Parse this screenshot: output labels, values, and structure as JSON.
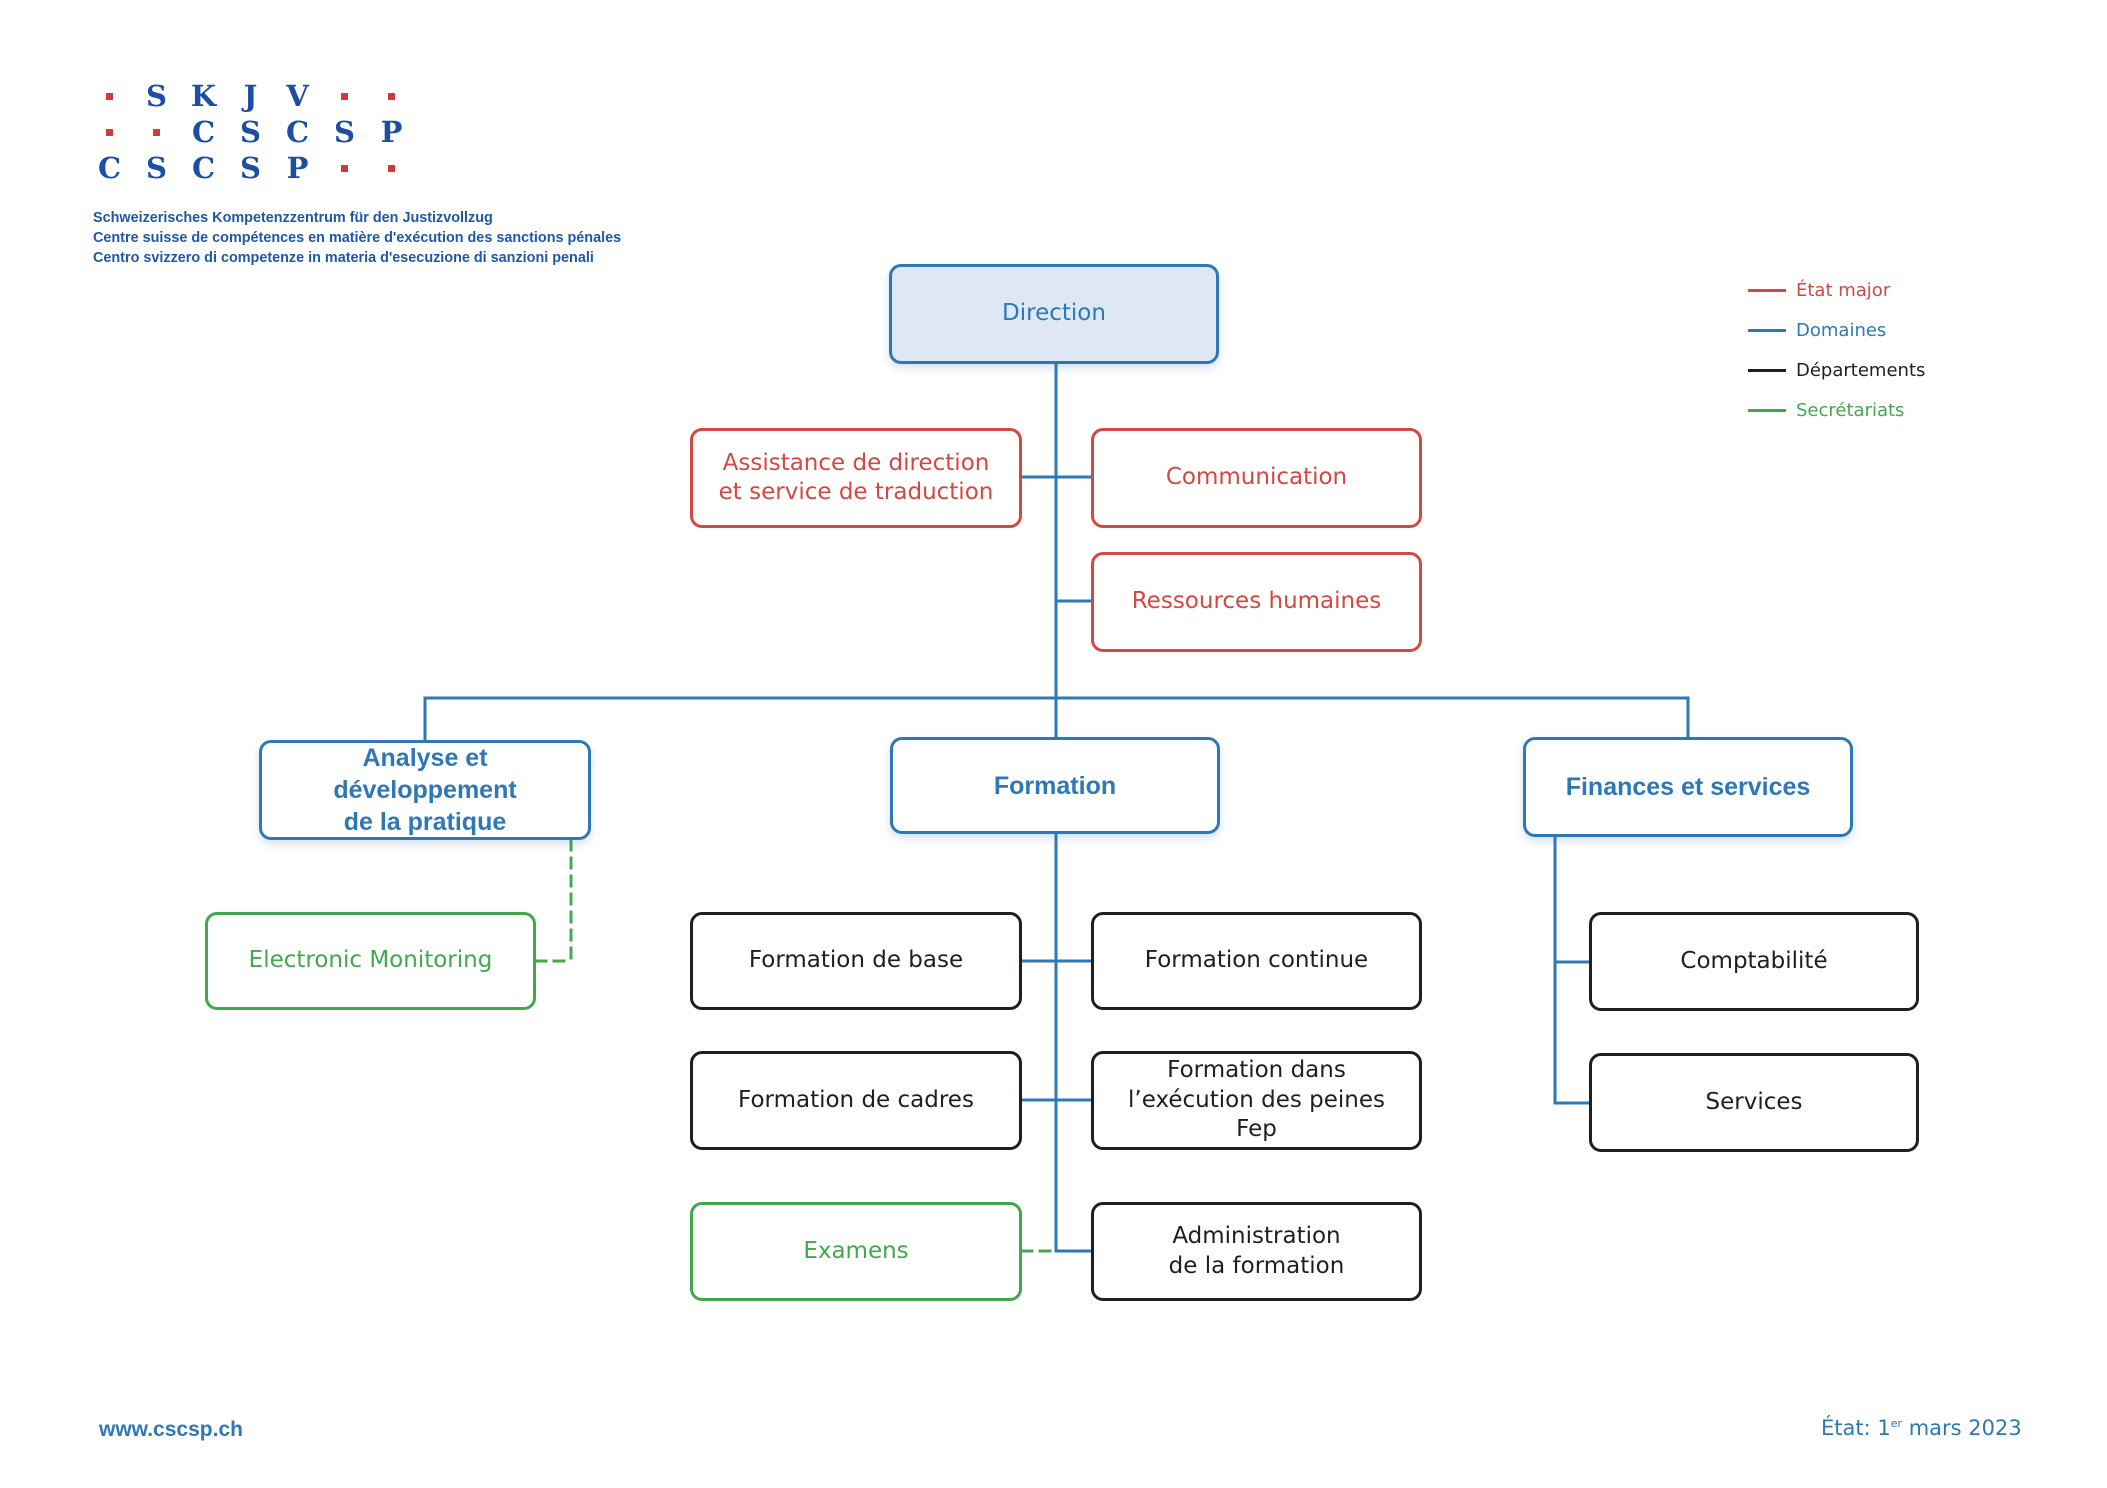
{
  "colors": {
    "red": "#d54841",
    "blue": "#2e78b7",
    "black": "#1f1f1f",
    "green": "#43a84d",
    "direction_fill": "#dde8f4"
  },
  "logo": {
    "rows": [
      [
        "dot",
        "S",
        "K",
        "J",
        "V",
        "dot",
        "dot"
      ],
      [
        "dot",
        "dot",
        "C",
        "S",
        "C",
        "S",
        "P"
      ],
      [
        "C",
        "S",
        "C",
        "S",
        "P",
        "dot",
        "dot"
      ]
    ]
  },
  "organization": {
    "name_de": "Schweizerisches Kompetenzzentrum für den Justizvollzug",
    "name_fr": "Centre suisse de compétences en matière d'exécution des sanctions pénales",
    "name_it": "Centro svizzero di competenze in materia d'esecuzione di sanzioni penali"
  },
  "legend": {
    "items": [
      {
        "label": "État major",
        "color": "#d54841"
      },
      {
        "label": "Domaines",
        "color": "#2e78b7"
      },
      {
        "label": "Départements",
        "color": "#1f1f1f"
      },
      {
        "label": "Secrétariats",
        "color": "#43a84d"
      }
    ]
  },
  "nodes": {
    "direction": "Direction",
    "assistance": "Assistance de direction\net service de traduction",
    "communication": "Communication",
    "rh": "Ressources humaines",
    "analyse": "Analyse et développement\nde la pratique",
    "formation": "Formation",
    "finances": "Finances et services",
    "electronic": "Electronic Monitoring",
    "formation_base": "Formation de base",
    "formation_continue": "Formation continue",
    "formation_cadres": "Formation de cadres",
    "formation_fep": "Formation dans\nl’exécution des peines Fep",
    "examens": "Examens",
    "administration": "Administration\nde la formation",
    "comptabilite": "Comptabilité",
    "services": "Services"
  },
  "footer": {
    "url": "www.cscsp.ch",
    "date_prefix": "État: 1",
    "date_sup": "er",
    "date_suffix": " mars 2023"
  }
}
